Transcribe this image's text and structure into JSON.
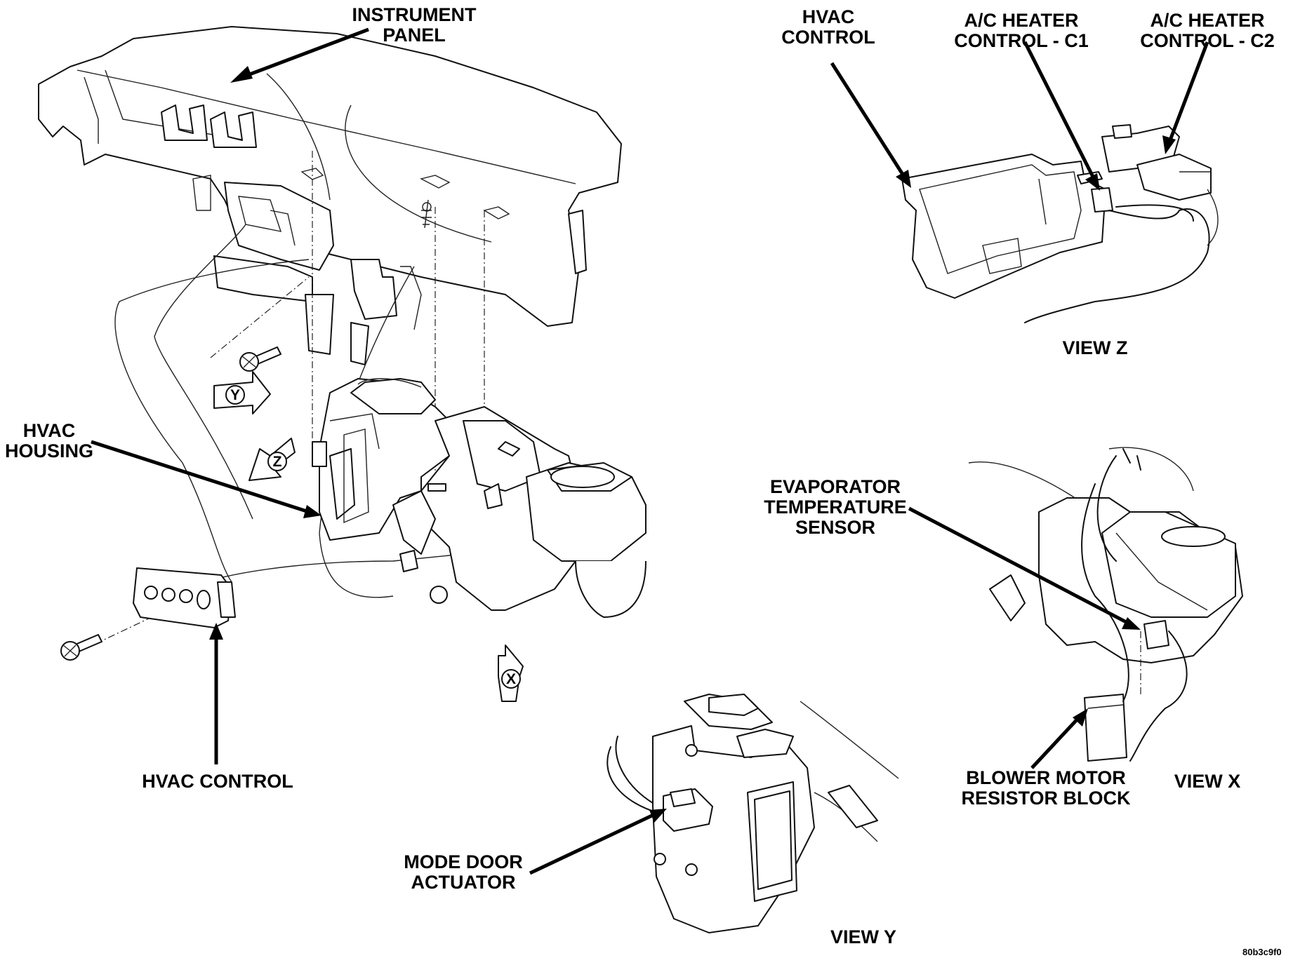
{
  "labels": {
    "instrument_panel": [
      "INSTRUMENT",
      "PANEL"
    ],
    "hvac_control_top": [
      "HVAC",
      "CONTROL"
    ],
    "ac_heater_c1": [
      "A/C HEATER",
      "CONTROL - C1"
    ],
    "ac_heater_c2": [
      "A/C HEATER",
      "CONTROL - C2"
    ],
    "view_z": "VIEW Z",
    "hvac_housing": [
      "HVAC",
      "HOUSING"
    ],
    "evap_sensor": [
      "EVAPORATOR",
      "TEMPERATURE",
      "SENSOR"
    ],
    "hvac_control_bottom": "HVAC CONTROL",
    "blower_resistor": [
      "BLOWER MOTOR",
      "RESISTOR BLOCK"
    ],
    "view_x": "VIEW X",
    "mode_door": [
      "MODE DOOR",
      "ACTUATOR"
    ],
    "view_y": "VIEW Y",
    "figure_code": "80b3c9f0"
  },
  "view_markers": [
    "Y",
    "Z",
    "X"
  ]
}
